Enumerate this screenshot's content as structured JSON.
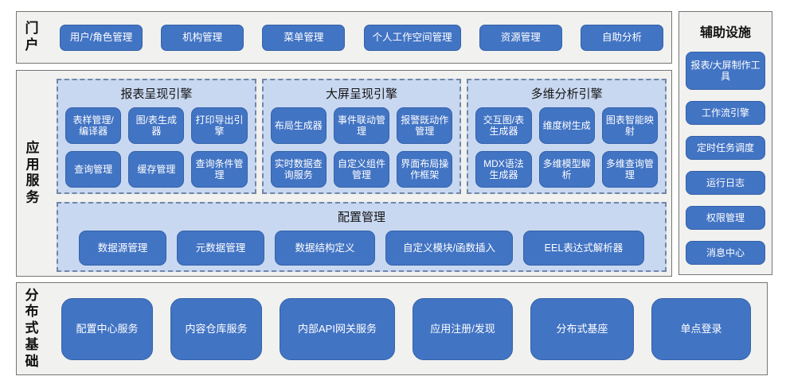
{
  "colors": {
    "button_blue": "#4274c4",
    "button_border": "#3462a8",
    "engine_fill": "#c9d8f1",
    "engine_dash_border": "#7186a8",
    "panel_gray": "#f1f1ef",
    "panel_border": "#767676",
    "button_text": "#ffffff",
    "label_text": "#111111"
  },
  "portal": {
    "label": "门户",
    "buttons": [
      "用户/角色管理",
      "机构管理",
      "菜单管理",
      "个人工作空间管理",
      "资源管理",
      "自助分析"
    ]
  },
  "app_services": {
    "label": "应用服务",
    "engines": [
      {
        "title": "报表呈现引擎",
        "buttons": [
          "表样管理/编译器",
          "图/表生成器",
          "打印导出引擎",
          "查询管理",
          "缓存管理",
          "查询条件管理"
        ]
      },
      {
        "title": "大屏呈现引擎",
        "buttons": [
          "布局生成器",
          "事件联动管理",
          "报警既动作管理",
          "实时数据查询服务",
          "自定义组件管理",
          "界面布局操作框架"
        ]
      },
      {
        "title": "多维分析引擎",
        "buttons": [
          "交互图/表生成器",
          "维度树生成",
          "图表智能映射",
          "MDX语法生成器",
          "多维模型解析",
          "多维查询管理"
        ]
      }
    ],
    "config": {
      "title": "配置管理",
      "buttons": [
        "数据源管理",
        "元数据管理",
        "数据结构定义",
        "自定义模块/函数插入",
        "EEL表达式解析器"
      ]
    }
  },
  "distributed": {
    "label": "分布式基础",
    "buttons": [
      "配置中心服务",
      "内容仓库服务",
      "内部API网关服务",
      "应用注册/发现",
      "分布式基座",
      "单点登录"
    ]
  },
  "auxiliary": {
    "title": "辅助设施",
    "buttons": [
      "报表/大屏制作工具",
      "工作流引擎",
      "定时任务调度",
      "运行日志",
      "权限管理",
      "消息中心"
    ]
  }
}
